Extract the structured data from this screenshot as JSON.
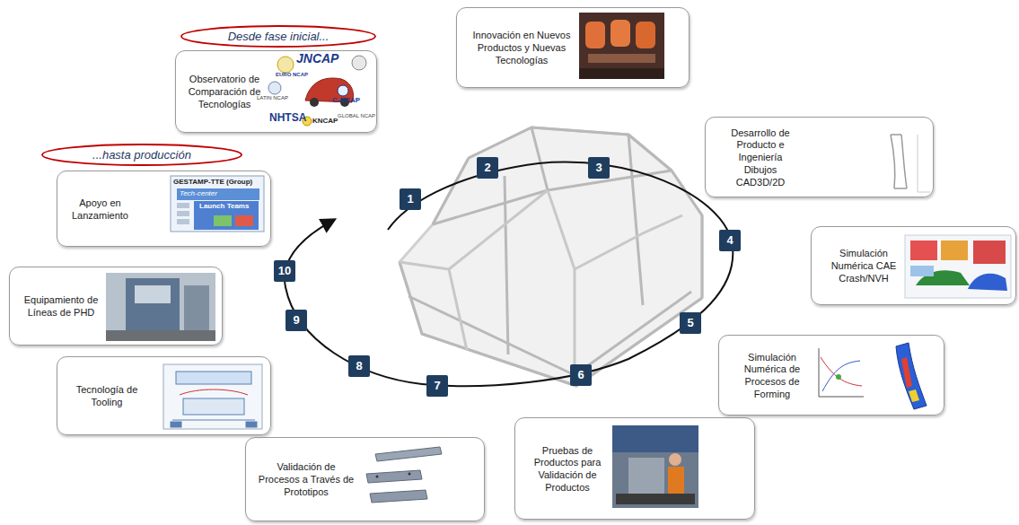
{
  "diagram": {
    "nodes": [
      {
        "text": [
          "Desde fase inicial..."
        ]
      },
      {
        "text": [
          "Observatorio de Comparación de Tecnologías"
        ]
      },
      {
        "text": [
          "Innovación en Nuevos Productos y Nuevas Tecnologías"
        ]
      },
      {
        "text": [
          "...hasta producción"
        ]
      },
      {
        "text": [
          "Apoyo en Lanzamiento"
        ]
      },
      {
        "text": [
          "Desarrollo de Producto e Ingeniería Dibujos CAD3D/2D"
        ]
      },
      {
        "text": [
          "Simulación Numérica CAE Crash/NVH"
        ]
      },
      {
        "text": [
          "Equipamiento de Líneas de PHD"
        ]
      },
      {
        "text": [
          "Simulación Numérica de Procesos de Forming"
        ]
      },
      {
        "text": [
          "Tecnología de Tooling"
        ]
      },
      {
        "text": [
          "Pruebas de Productos para Validación de Productos"
        ]
      },
      {
        "text": [
          "Validación de Procesos a Través de Prototipos"
        ]
      },
      {
        "text": [
          "1"
        ]
      },
      {
        "text": [
          "2"
        ]
      },
      {
        "text": [
          "3"
        ]
      },
      {
        "text": [
          "4"
        ]
      },
      {
        "text": [
          "5"
        ]
      },
      {
        "text": [
          "6"
        ]
      },
      {
        "text": [
          "7"
        ]
      },
      {
        "text": [
          "8"
        ]
      },
      {
        "text": [
          "9"
        ]
      },
      {
        "text": [
          "10"
        ]
      }
    ],
    "labels": [
      "EURO NCAP",
      "JNCAP",
      "LATIN NCAP",
      "C-NCAP",
      "NHTSA",
      "KNCAP",
      "GLOBAL NCAP",
      "GESTAMP-TTE (Group)",
      "Tech-center",
      "Launch Teams"
    ]
  }
}
